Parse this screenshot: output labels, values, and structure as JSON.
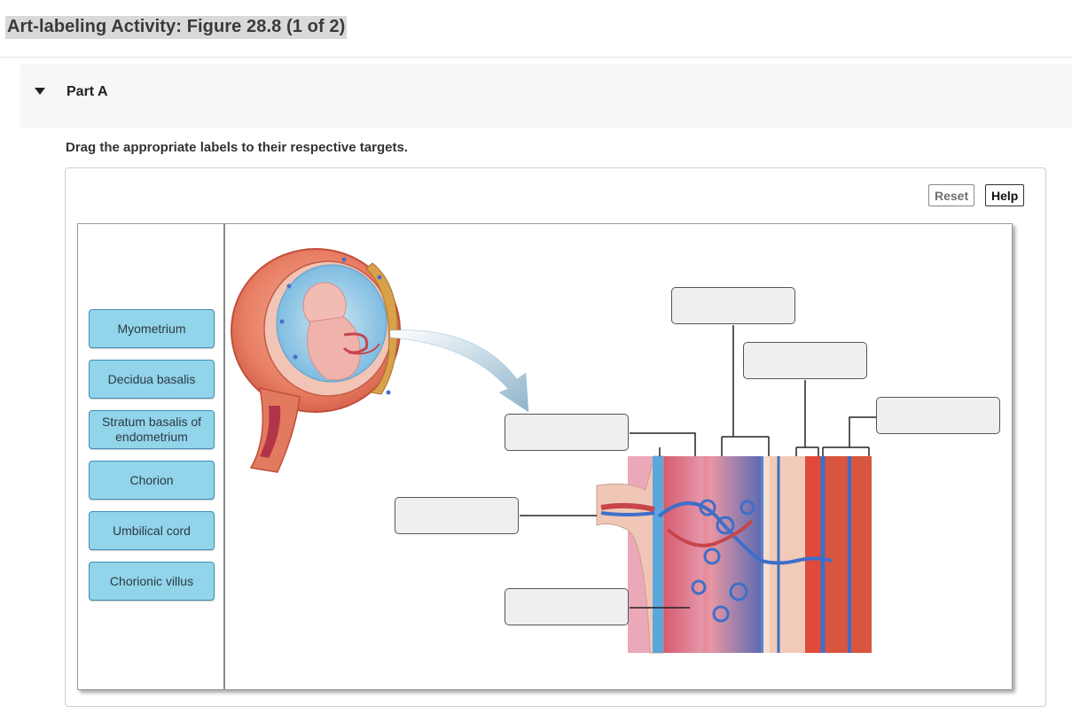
{
  "header": {
    "title": "Art-labeling Activity: Figure 28.8 (1 of 2)"
  },
  "part": {
    "label": "Part A",
    "instructions": "Drag the appropriate labels to their respective targets."
  },
  "toolbar": {
    "reset_label": "Reset",
    "help_label": "Help"
  },
  "labels": [
    "Myometrium",
    "Decidua basalis",
    "Stratum basalis of endometrium",
    "Chorion",
    "Umbilical cord",
    "Chorionic villus"
  ],
  "colors": {
    "label_fill": "#92d4ea",
    "label_border": "#3d8fb5",
    "target_fill": "#eeeff0"
  }
}
